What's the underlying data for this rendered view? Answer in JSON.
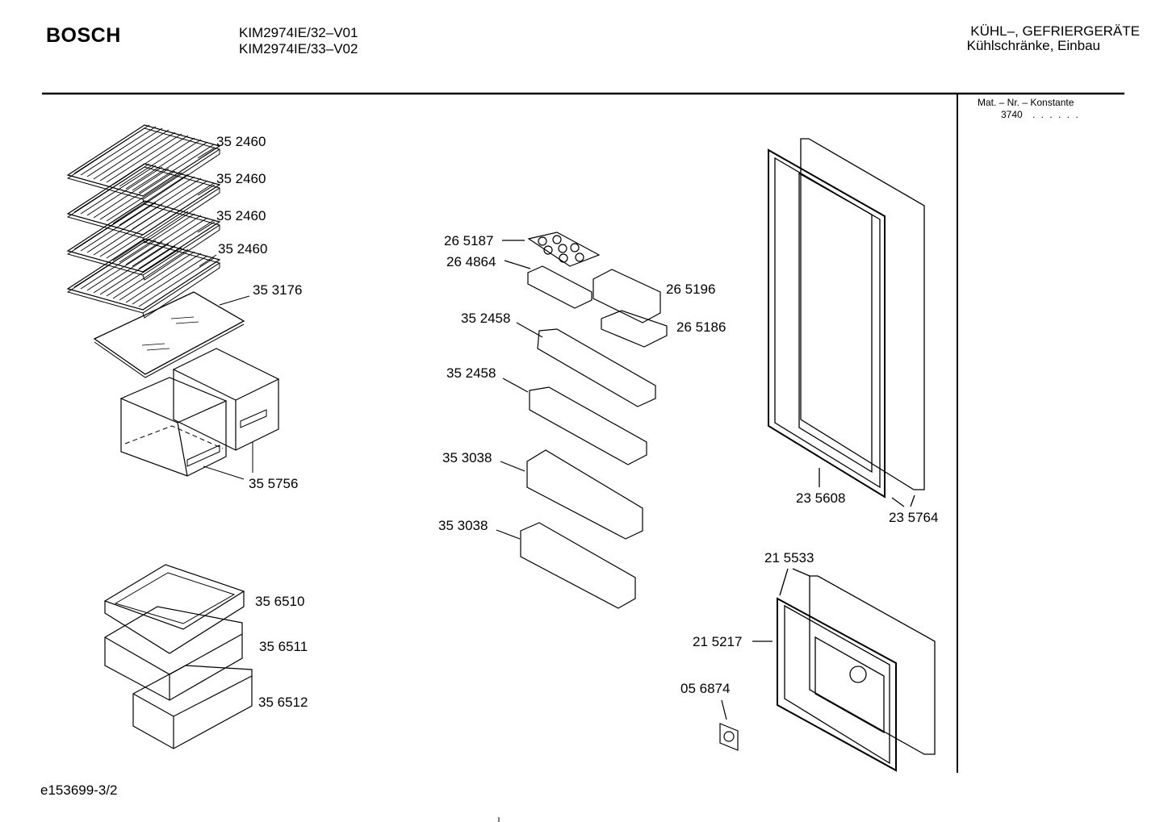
{
  "header": {
    "brand": "BOSCH",
    "models": [
      "KIM2974IE/32–V01",
      "KIM2974IE/33–V02"
    ],
    "category": "KÜHL–, GEFRIERGERÄTE",
    "subcategory": "Kühlschränke, Einbau"
  },
  "side": {
    "mat_label": "Mat. – Nr. – Konstante",
    "mat_value": "3740",
    "mat_dots": ". .   . . . ."
  },
  "footer": {
    "drawing_code": "e153699-3/2"
  },
  "parts": [
    {
      "id": "p1",
      "number": "35 2460",
      "part": "grid-shelf"
    },
    {
      "id": "p2",
      "number": "35 2460",
      "part": "grid-shelf"
    },
    {
      "id": "p3",
      "number": "35 2460",
      "part": "grid-shelf"
    },
    {
      "id": "p4",
      "number": "35 2460",
      "part": "grid-shelf"
    },
    {
      "id": "p5",
      "number": "35 3176",
      "part": "glass-shelf"
    },
    {
      "id": "p6",
      "number": "35 5756",
      "part": "crisper-drawer"
    },
    {
      "id": "p7",
      "number": "35 6510",
      "part": "freezer-drawer"
    },
    {
      "id": "p8",
      "number": "35 6511",
      "part": "freezer-drawer"
    },
    {
      "id": "p9",
      "number": "35 6512",
      "part": "freezer-drawer"
    },
    {
      "id": "p10",
      "number": "26 5187",
      "part": "egg-tray"
    },
    {
      "id": "p11",
      "number": "26 4864",
      "part": "small-tray"
    },
    {
      "id": "p12",
      "number": "26 5196",
      "part": "butter-compartment"
    },
    {
      "id": "p13",
      "number": "26 5186",
      "part": "butter-lid"
    },
    {
      "id": "p14",
      "number": "35 2458",
      "part": "door-shelf"
    },
    {
      "id": "p15",
      "number": "35 2458",
      "part": "door-shelf"
    },
    {
      "id": "p16",
      "number": "35 3038",
      "part": "bottle-shelf"
    },
    {
      "id": "p17",
      "number": "35 3038",
      "part": "bottle-shelf"
    },
    {
      "id": "p18",
      "number": "23 5608",
      "part": "door-gasket"
    },
    {
      "id": "p19",
      "number": "23 5764",
      "part": "door-inner-panel"
    },
    {
      "id": "p20",
      "number": "21 5533",
      "part": "freezer-door-panel"
    },
    {
      "id": "p21",
      "number": "21 5217",
      "part": "freezer-door-gasket"
    },
    {
      "id": "p22",
      "number": "05 6874",
      "part": "knob"
    }
  ]
}
